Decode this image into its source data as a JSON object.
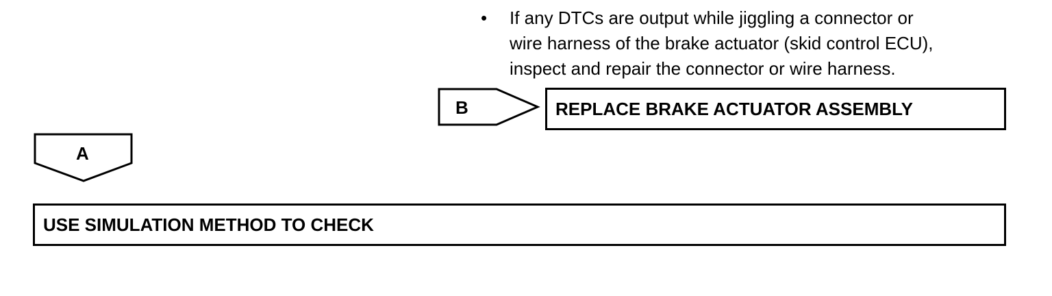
{
  "bullet_note": {
    "bullet": "•",
    "lines": [
      "If any DTCs are output while jiggling a connector or",
      "wire harness of the brake actuator (skid control ECU),",
      "inspect and repair the connector or wire harness."
    ]
  },
  "branch_b": {
    "label": "B",
    "action": "REPLACE BRAKE ACTUATOR ASSEMBLY"
  },
  "branch_a": {
    "label": "A",
    "action": "USE SIMULATION METHOD TO CHECK"
  }
}
